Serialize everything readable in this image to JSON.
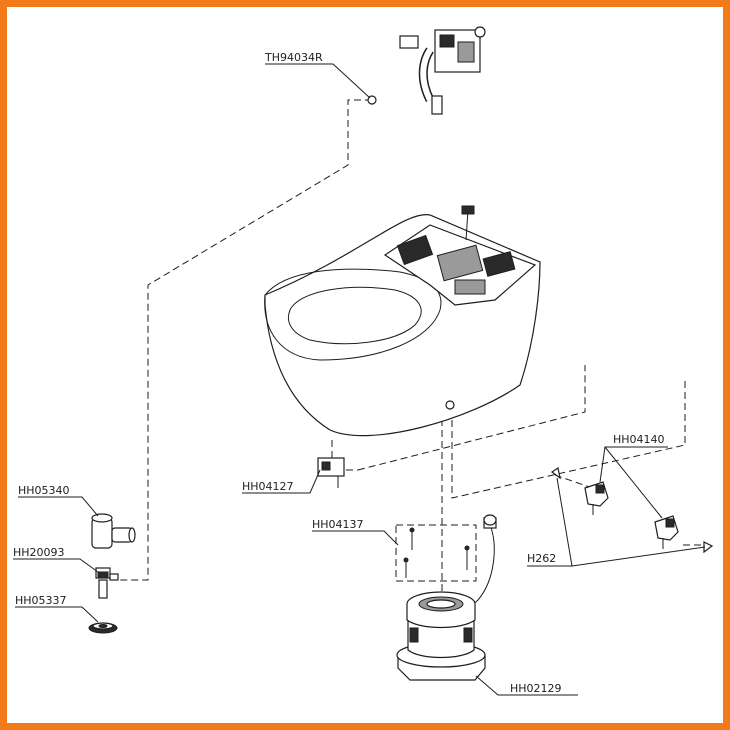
{
  "frame_color": "#f27a1a",
  "parts": {
    "th94034r": "TH94034R",
    "hh04140": "HH04140",
    "hh04127": "HH04127",
    "hh05340": "HH05340",
    "hh04137": "HH04137",
    "hh20093": "HH20093",
    "h262": "H262",
    "hh05337": "HH05337",
    "hh02129": "HH02129"
  }
}
